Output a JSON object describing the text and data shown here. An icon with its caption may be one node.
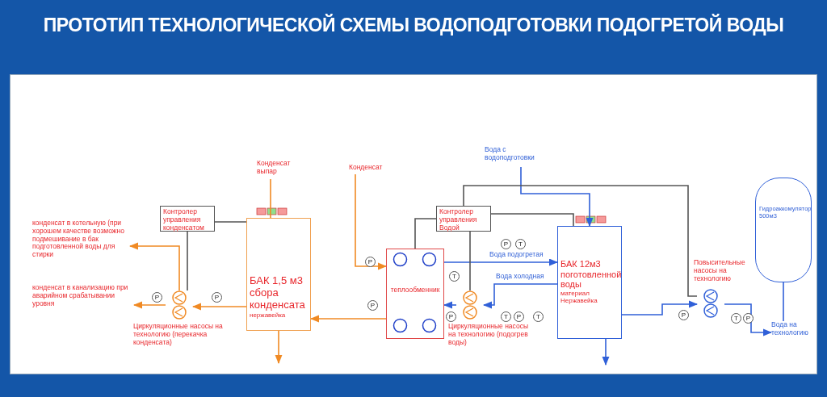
{
  "diagram": {
    "title": "ПРОТОТИП ТЕХНОЛОГИЧЕСКОЙ СХЕМЫ ВОДОПОДГОТОВКИ ПОДОГРЕТОЙ ВОДЫ",
    "nodes": [
      {
        "text": [
          "Контролер управления конденсатом"
        ]
      },
      {
        "text": [
          "БАК 1,5 м3 сбора конденсата",
          "нержавейка"
        ]
      },
      {
        "text": [
          "теплообменник"
        ]
      },
      {
        "text": [
          "Контролер управления Водой"
        ]
      },
      {
        "text": [
          "БАК 12м3 поготовленной воды",
          "материал Нержавейка"
        ]
      },
      {
        "text": [
          "Гидроаккомулятор 500м3"
        ]
      },
      {
        "text": [
          "Конденсат выпар"
        ]
      },
      {
        "text": [
          "Конденсат"
        ]
      },
      {
        "text": [
          "конденсат в котельную (при хорошем качестве возможно подмешивание в бак подготовленной воды для стирки"
        ]
      },
      {
        "text": [],
        "shape": "circle",
        "beside": [
          "Циркуляционные насосы на технологию (перекачка конденсата)"
        ]
      },
      {
        "text": [
          "конденсат в канализацию при аварийном срабатывании уровня"
        ]
      },
      {
        "text": [],
        "shape": "circle",
        "beside": [
          "Циркуляционные насосы на технологию (подогрев воды)"
        ]
      },
      {
        "text": [
          "Вода с водоподготовки"
        ]
      },
      {
        "text": [],
        "shape": "circle",
        "beside": [
          "Повысительные насосы на технологию"
        ]
      },
      {
        "text": [
          "Вода на технологию"
        ]
      }
    ],
    "edges": [
      {
        "from": 1,
        "to": 9,
        "arrow": "to",
        "color": "#f08a24"
      },
      {
        "from": 9,
        "to": 8,
        "arrow": "to",
        "color": "#f08a24"
      },
      {
        "from": 9,
        "to": 10,
        "arrow": "to",
        "color": "#f08a24"
      },
      {
        "from": 1,
        "to": 6,
        "arrow": "none",
        "color": "#f08a24"
      },
      {
        "from": 7,
        "to": 2,
        "arrow": "to",
        "color": "#f08a24"
      },
      {
        "from": 2,
        "to": 1,
        "arrow": "to",
        "color": "#f08a24"
      },
      {
        "from": 1,
        "to": null,
        "arrow": "to",
        "color": "#f08a24"
      },
      {
        "from": 2,
        "to": 4,
        "arrow": "to",
        "label": "Вода подогретая"
      },
      {
        "from": 4,
        "to": 11,
        "arrow": "to",
        "label": "Вода холодная"
      },
      {
        "from": 11,
        "to": 2,
        "arrow": "to"
      },
      {
        "from": 12,
        "to": 4,
        "arrow": "to"
      },
      {
        "from": 4,
        "to": 13,
        "arrow": "to"
      },
      {
        "from": 13,
        "to": 14,
        "arrow": "to"
      },
      {
        "from": 5,
        "to": 14,
        "arrow": "none"
      },
      {
        "from": 4,
        "to": null,
        "arrow": "to"
      },
      {
        "from": 0,
        "to": 9,
        "arrow": "none",
        "color": "#555555"
      },
      {
        "from": 0,
        "to": 1,
        "arrow": "none",
        "color": "#555555"
      },
      {
        "from": 3,
        "to": 2,
        "arrow": "none",
        "color": "#555555"
      },
      {
        "from": 3,
        "to": 11,
        "arrow": "none",
        "color": "#555555"
      },
      {
        "from": 3,
        "to": 4,
        "arrow": "none",
        "color": "#555555"
      },
      {
        "from": 3,
        "to": 13,
        "arrow": "none",
        "color": "#555555"
      }
    ],
    "labels": [
      "P",
      "T",
      "P",
      "T",
      "P",
      "P",
      "P",
      "P",
      "T",
      "P",
      "T",
      "T",
      "P",
      "P"
    ]
  }
}
